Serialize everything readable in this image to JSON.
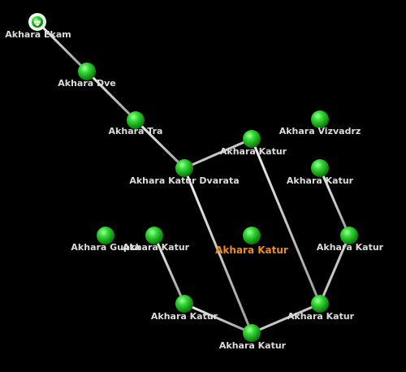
{
  "graph": {
    "colors": {
      "background": "#000000",
      "node": "#22cc22",
      "edge": "#d9d9d9",
      "label": "#dcdcdc",
      "selected_label": "#f28a1d"
    },
    "root_icon": "circle-arrow-down-icon",
    "nodes": [
      {
        "id": "n1",
        "label": "Akhara Ekam",
        "root": true
      },
      {
        "id": "n2",
        "label": "Akhara Dve"
      },
      {
        "id": "n3",
        "label": "Akhara Tra"
      },
      {
        "id": "n4",
        "label": "Akhara Katur Dvarata"
      },
      {
        "id": "n5",
        "label": "Akhara Katur"
      },
      {
        "id": "n6",
        "label": "Akhara Katur",
        "selected": true
      },
      {
        "id": "n7",
        "label": "Akhara Vizvadrz"
      },
      {
        "id": "n8",
        "label": "Akhara Katur"
      },
      {
        "id": "n9",
        "label": "Akhara Katur"
      },
      {
        "id": "n10",
        "label": "Akhara Gupta"
      },
      {
        "id": "n11",
        "label": "Akhara Katur"
      },
      {
        "id": "n12",
        "label": "Akhara Katur"
      },
      {
        "id": "n13",
        "label": "Akhara Katur"
      },
      {
        "id": "n14",
        "label": "Akhara Katur"
      }
    ],
    "edges": [
      [
        "n1",
        "n2"
      ],
      [
        "n2",
        "n3"
      ],
      [
        "n3",
        "n4"
      ],
      [
        "n4",
        "n5"
      ],
      [
        "n5",
        "n6"
      ],
      [
        "n5",
        "n13"
      ],
      [
        "n4",
        "n14"
      ],
      [
        "n7",
        "n8"
      ],
      [
        "n8",
        "n9"
      ],
      [
        "n9",
        "n13"
      ],
      [
        "n13",
        "n14"
      ],
      [
        "n10",
        "n11"
      ],
      [
        "n11",
        "n12"
      ],
      [
        "n12",
        "n14"
      ]
    ]
  }
}
